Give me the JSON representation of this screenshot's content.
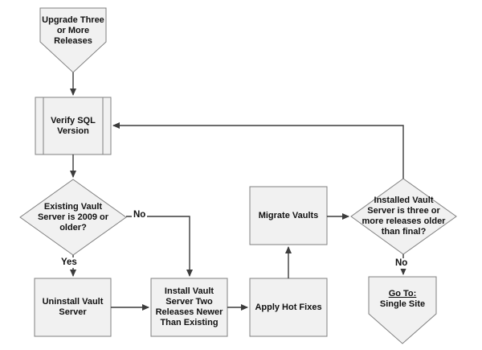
{
  "colors": {
    "background": "#ffffff",
    "shape_fill": "#f1f1f1",
    "shape_border": "#808080",
    "connector": "#3c3c3c",
    "text": "#111111"
  },
  "nodes": {
    "start": {
      "shape": "off-page-connector-down",
      "lines": [
        "Upgrade Three",
        "or More",
        "Releases"
      ]
    },
    "verify_sql": {
      "shape": "predefined-process",
      "lines": [
        "Verify SQL",
        "Version"
      ]
    },
    "decision_existing": {
      "shape": "decision-diamond",
      "lines": [
        "Existing Vault",
        "Server is 2009 or",
        "older?"
      ]
    },
    "uninstall": {
      "shape": "process",
      "lines": [
        "Uninstall Vault",
        "Server"
      ]
    },
    "install": {
      "shape": "process",
      "lines": [
        "Install Vault",
        "Server Two",
        "Releases Newer",
        "Than Existing"
      ]
    },
    "apply_hotfixes": {
      "shape": "process",
      "lines": [
        "Apply Hot Fixes"
      ]
    },
    "migrate_vaults": {
      "shape": "process",
      "lines": [
        "Migrate Vaults"
      ]
    },
    "decision_installed": {
      "shape": "decision-diamond",
      "lines": [
        "Installed Vault",
        "Server is three or",
        "more releases older",
        "than final?"
      ]
    },
    "goto_single_site": {
      "shape": "off-page-connector-down",
      "lines": [
        "Go To:",
        "Single Site"
      ]
    }
  },
  "edge_labels": {
    "yes_uninstall": "Yes",
    "no_install": "No",
    "no_goto": "No"
  }
}
